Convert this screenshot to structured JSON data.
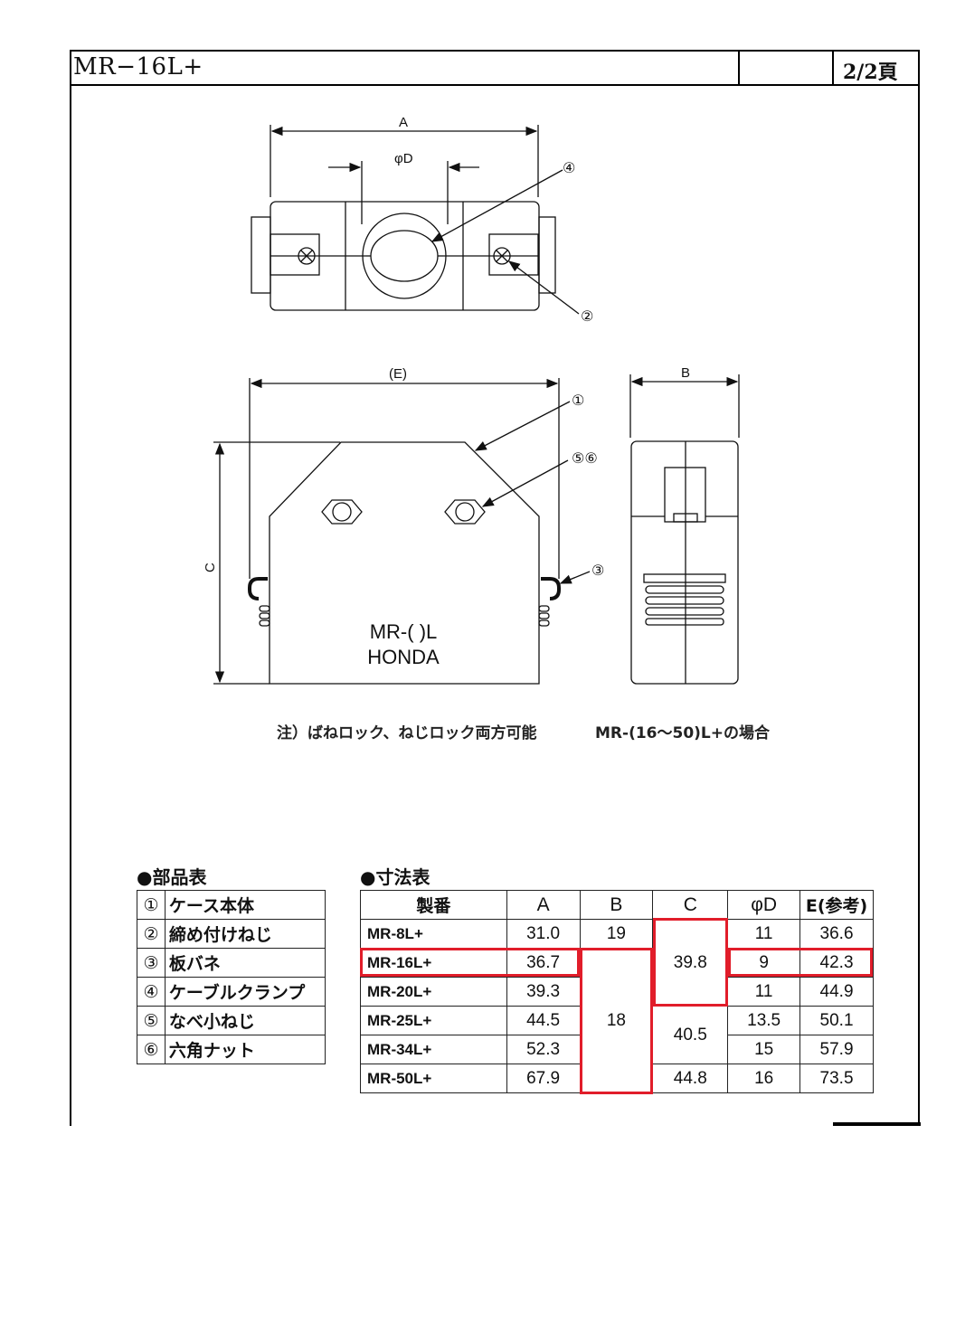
{
  "header": {
    "title": "MR−16L+",
    "page": "2/2頁"
  },
  "drawing": {
    "top_view": {
      "dim_a": "A",
      "dim_d": "φD",
      "mark4": "④",
      "mark2": "②"
    },
    "front_view": {
      "dim_e": "(E)",
      "dim_c": "C",
      "mark1": "①",
      "mark56": "⑤⑥",
      "mark3": "③",
      "label1": "MR-( )L",
      "label2": "HONDA"
    },
    "side_view": {
      "dim_b": "B"
    },
    "note_left": "注）ばねロック、ねじロック両方可能",
    "note_right": "MR-(16〜50)L+の場合"
  },
  "parts_table": {
    "title": "●部品表",
    "rows": [
      {
        "no": "①",
        "name": "ケース本体"
      },
      {
        "no": "②",
        "name": "締め付けねじ"
      },
      {
        "no": "③",
        "name": "板バネ"
      },
      {
        "no": "④",
        "name": "ケーブルクランプ"
      },
      {
        "no": "⑤",
        "name": "なべ小ねじ"
      },
      {
        "no": "⑥",
        "name": "六角ナット"
      }
    ]
  },
  "dim_table": {
    "title": "●寸法表",
    "headers": [
      "製番",
      "A",
      "B",
      "C",
      "φD",
      "E(参考)"
    ],
    "rows": [
      {
        "model": "MR-8L+",
        "a": "31.0",
        "d": "11",
        "e": "36.6"
      },
      {
        "model": "MR-16L+",
        "a": "36.7",
        "d": "9",
        "e": "42.3"
      },
      {
        "model": "MR-20L+",
        "a": "39.3",
        "d": "11",
        "e": "44.9"
      },
      {
        "model": "MR-25L+",
        "a": "44.5",
        "d": "13.5",
        "e": "50.1"
      },
      {
        "model": "MR-34L+",
        "a": "52.3",
        "d": "15",
        "e": "57.9"
      },
      {
        "model": "MR-50L+",
        "a": "67.9",
        "d": "16",
        "e": "73.5"
      }
    ],
    "b_values": {
      "first": "19",
      "rest": "18"
    },
    "c_values": {
      "group1": "39.8",
      "group2": "40.5",
      "last": "44.8"
    }
  },
  "colors": {
    "highlight": "#e11d2a",
    "line": "#111111"
  }
}
